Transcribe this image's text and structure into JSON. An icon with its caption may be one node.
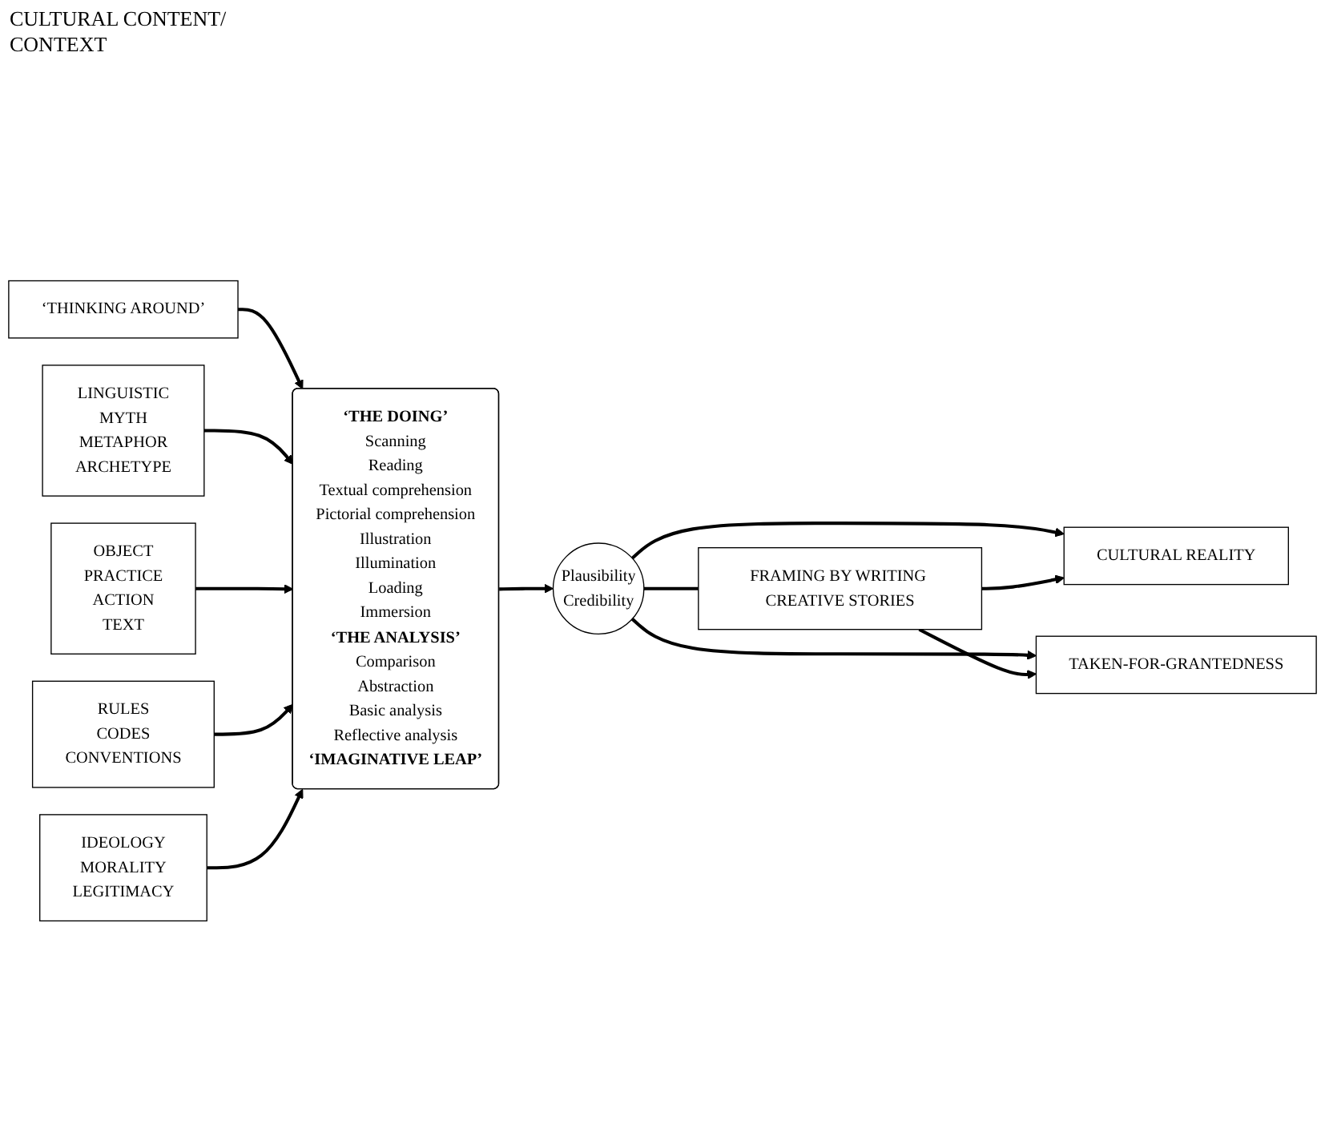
{
  "diagram": {
    "nodes": [
      {
        "text": [
          "‘THINKING AROUND’"
        ]
      },
      {
        "text": [
          "LINGUISTIC",
          "MYTH",
          "METAPHOR",
          "ARCHETYPE"
        ]
      },
      {
        "text": [
          "OBJECT",
          "PRACTICE",
          "ACTION",
          "TEXT"
        ]
      },
      {
        "text": [
          "RULES",
          "CODES",
          "CONVENTIONS"
        ]
      },
      {
        "text": [
          "IDEOLOGY",
          "MORALITY",
          "LEGITIMACY"
        ]
      },
      {
        "text": [
          "**‘THE DOING’**",
          "Scanning",
          "Reading",
          "Textual comprehension",
          "Pictorial comprehension",
          "Illustration",
          "Illumination",
          "Loading",
          "Immersion",
          "**‘THE ANALYSIS’**",
          "Comparison",
          "Abstraction",
          "Basic analysis",
          "Reflective analysis",
          "**‘IMAGINATIVE LEAP’**"
        ]
      },
      {
        "text": [
          "Plausibility",
          "Credibility"
        ]
      },
      {
        "text": [
          "CULTURAL REALITY"
        ]
      },
      {
        "text": [
          "FRAMING BY WRITING CREATIVE STORIES"
        ]
      },
      {
        "text": [
          "TAKEN-FOR-GRANTEDNESS"
        ]
      }
    ],
    "edges": [
      {
        "from": 0,
        "to": 5,
        "arrow": "to"
      },
      {
        "from": 1,
        "to": 5,
        "arrow": "to"
      },
      {
        "from": 2,
        "to": 5,
        "arrow": "to"
      },
      {
        "from": 3,
        "to": 5,
        "arrow": "to"
      },
      {
        "from": 4,
        "to": 5,
        "arrow": "to"
      },
      {
        "from": 5,
        "to": 6,
        "arrow": "to"
      },
      {
        "from": 8,
        "to": 6,
        "arrow": "none"
      },
      {
        "from": 6,
        "to": 7,
        "arrow": "to"
      },
      {
        "from": 6,
        "to": 9,
        "arrow": "to"
      },
      {
        "from": 8,
        "to": 7,
        "arrow": "to"
      },
      {
        "from": 8,
        "to": 9,
        "arrow": "to"
      }
    ],
    "labels": [
      "CULTURAL CONTENT/ CONTEXT"
    ]
  }
}
